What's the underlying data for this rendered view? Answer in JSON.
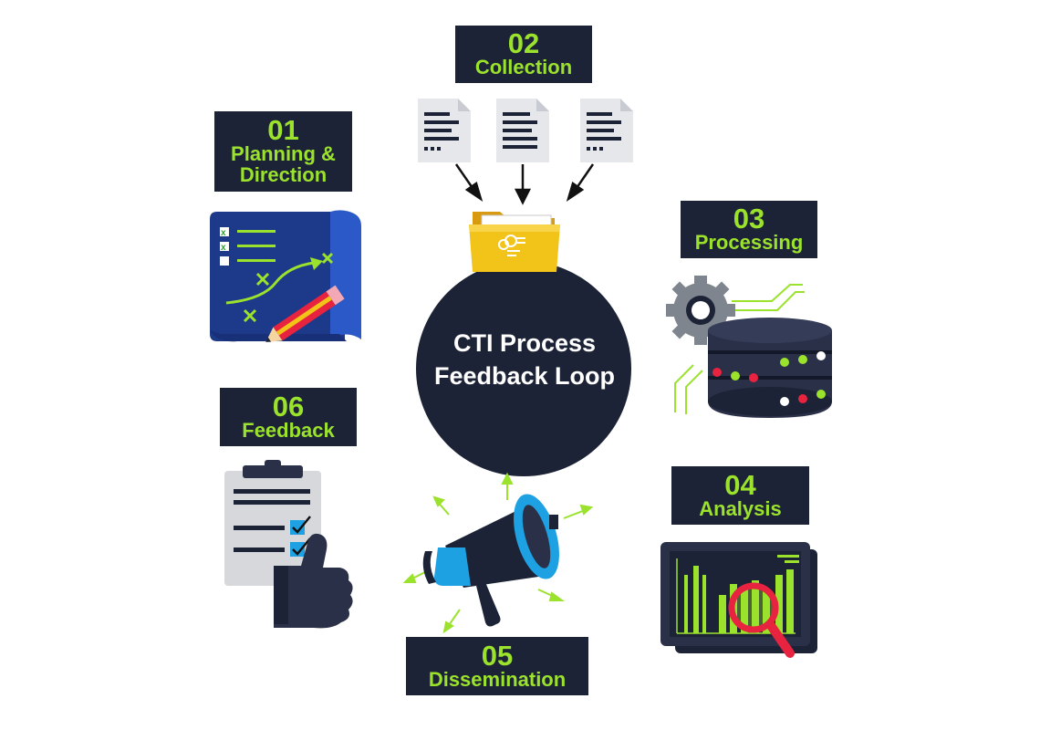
{
  "center": {
    "line1": "CTI Process",
    "line2": "Feedback Loop"
  },
  "steps": [
    {
      "number": "01",
      "name_line1": "Planning &",
      "name_line2": "Direction",
      "icon": "map-plan-icon"
    },
    {
      "number": "02",
      "name_line1": "Collection",
      "name_line2": "",
      "icon": "documents-to-folder-icon"
    },
    {
      "number": "03",
      "name_line1": "Processing",
      "name_line2": "",
      "icon": "gear-database-icon"
    },
    {
      "number": "04",
      "name_line1": "Analysis",
      "name_line2": "",
      "icon": "chart-magnifier-icon"
    },
    {
      "number": "05",
      "name_line1": "Dissemination",
      "name_line2": "",
      "icon": "megaphone-icon"
    },
    {
      "number": "06",
      "name_line1": "Feedback",
      "name_line2": "",
      "icon": "clipboard-thumbs-up-icon"
    }
  ],
  "colors": {
    "navy": "#1d2336",
    "accent_green": "#9be22d",
    "folder_yellow": "#f2c318",
    "megaphone_blue": "#1da1e2",
    "alert_red": "#e8233f"
  }
}
